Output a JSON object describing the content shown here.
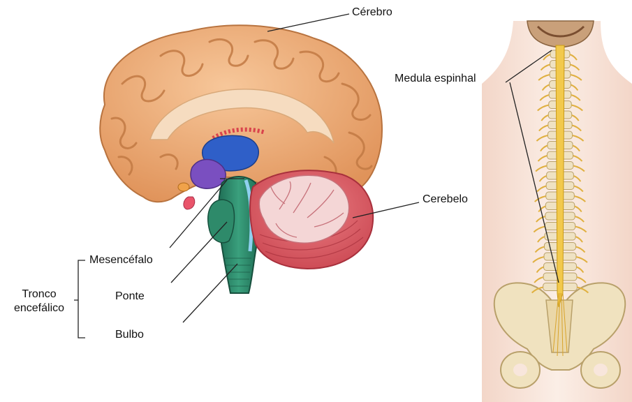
{
  "labels": {
    "cerebro": "Cérebro",
    "cerebelo": "Cerebelo",
    "medula": "Medula espinhal",
    "mesencefalo": "Mesencéfalo",
    "ponte": "Ponte",
    "bulbo": "Bulbo",
    "tronco_line1": "Tronco",
    "tronco_line2": "encefálico"
  },
  "colors": {
    "brain": "#f0b27f",
    "brain_dark": "#c9834c",
    "brain_light": "#f7d3ae",
    "corpus_callosum": "#f6dcc0",
    "ventricle": "#2f5fc8",
    "thalamus": "#7a4fc0",
    "brainstem": "#2e8a6a",
    "cerebellum": "#d85a62",
    "arbor": "#f4d6d6",
    "spinal_cord": "#f2c94c",
    "vertebra": "#efe2c3",
    "body": "#f8e6dc",
    "leader_line": "#222222"
  }
}
